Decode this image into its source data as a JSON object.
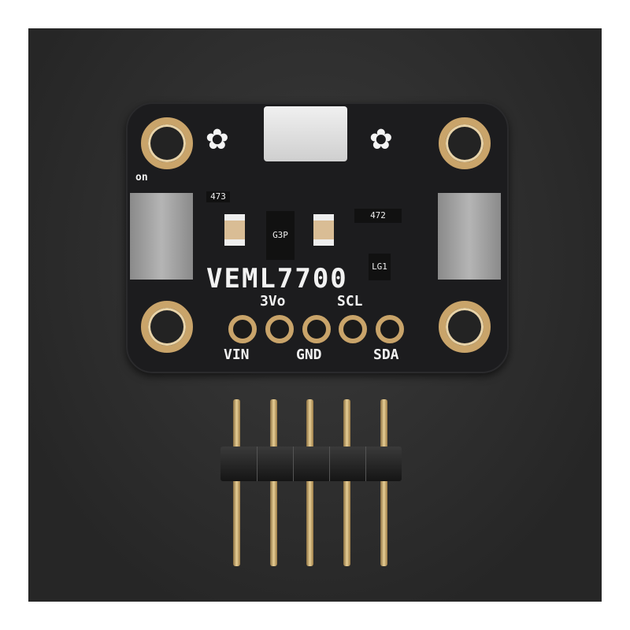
{
  "board": {
    "title": "VEML7700",
    "pin_labels_top": [
      "3Vo",
      "SCL"
    ],
    "pin_labels_bottom": [
      "VIN",
      "GND",
      "SDA"
    ],
    "chip_markings": [
      "473",
      "472",
      "G3P",
      "LG1"
    ],
    "edge_label": "on"
  },
  "colors": {
    "background": "#2e2e2e",
    "board": "#1c1c1e",
    "gold": "#c9a46a",
    "silkscreen": "#f2f2f2"
  },
  "header": {
    "pin_count": 5
  }
}
